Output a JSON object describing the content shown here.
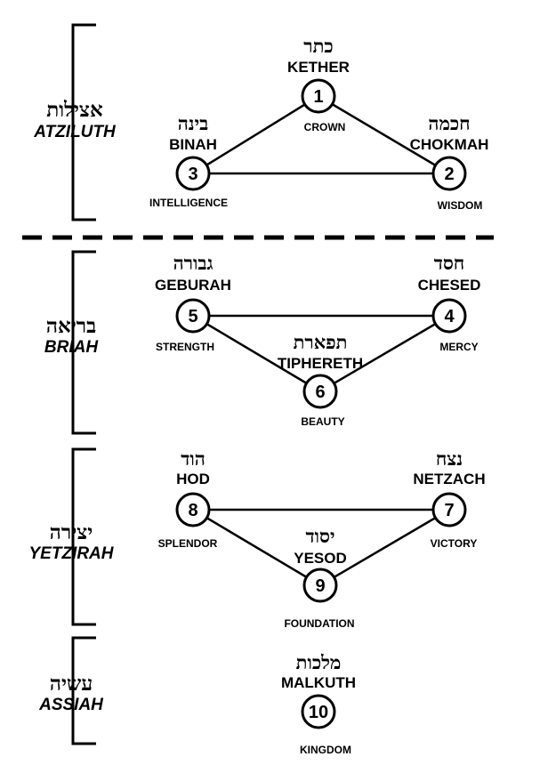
{
  "worlds": [
    {
      "hebrew": "אצילות",
      "name": "ATZILUTH"
    },
    {
      "hebrew": "בריאה",
      "name": "BRIAH"
    },
    {
      "hebrew": "יצירה",
      "name": "YETZIRAH"
    },
    {
      "hebrew": "עשיה",
      "name": "ASSIAH"
    }
  ],
  "sephiroth": [
    {
      "number": "1",
      "hebrew": "כתר",
      "name": "KETHER",
      "meaning": "CROWN"
    },
    {
      "number": "2",
      "hebrew": "חכמה",
      "name": "CHOKMAH",
      "meaning": "WISDOM"
    },
    {
      "number": "3",
      "hebrew": "בינה",
      "name": "BINAH",
      "meaning": "INTELLIGENCE"
    },
    {
      "number": "4",
      "hebrew": "חסד",
      "name": "CHESED",
      "meaning": "MERCY"
    },
    {
      "number": "5",
      "hebrew": "גבורה",
      "name": "GEBURAH",
      "meaning": "STRENGTH"
    },
    {
      "number": "6",
      "hebrew": "תפארת",
      "name": "TIPHERETH",
      "meaning": "BEAUTY"
    },
    {
      "number": "7",
      "hebrew": "נצח",
      "name": "NETZACH",
      "meaning": "VICTORY"
    },
    {
      "number": "8",
      "hebrew": "הוד",
      "name": "HOD",
      "meaning": "SPLENDOR"
    },
    {
      "number": "9",
      "hebrew": "יסוד",
      "name": "YESOD",
      "meaning": "FOUNDATION"
    },
    {
      "number": "10",
      "hebrew": "מלכות",
      "name": "MALKUTH",
      "meaning": "KINGDOM"
    }
  ]
}
